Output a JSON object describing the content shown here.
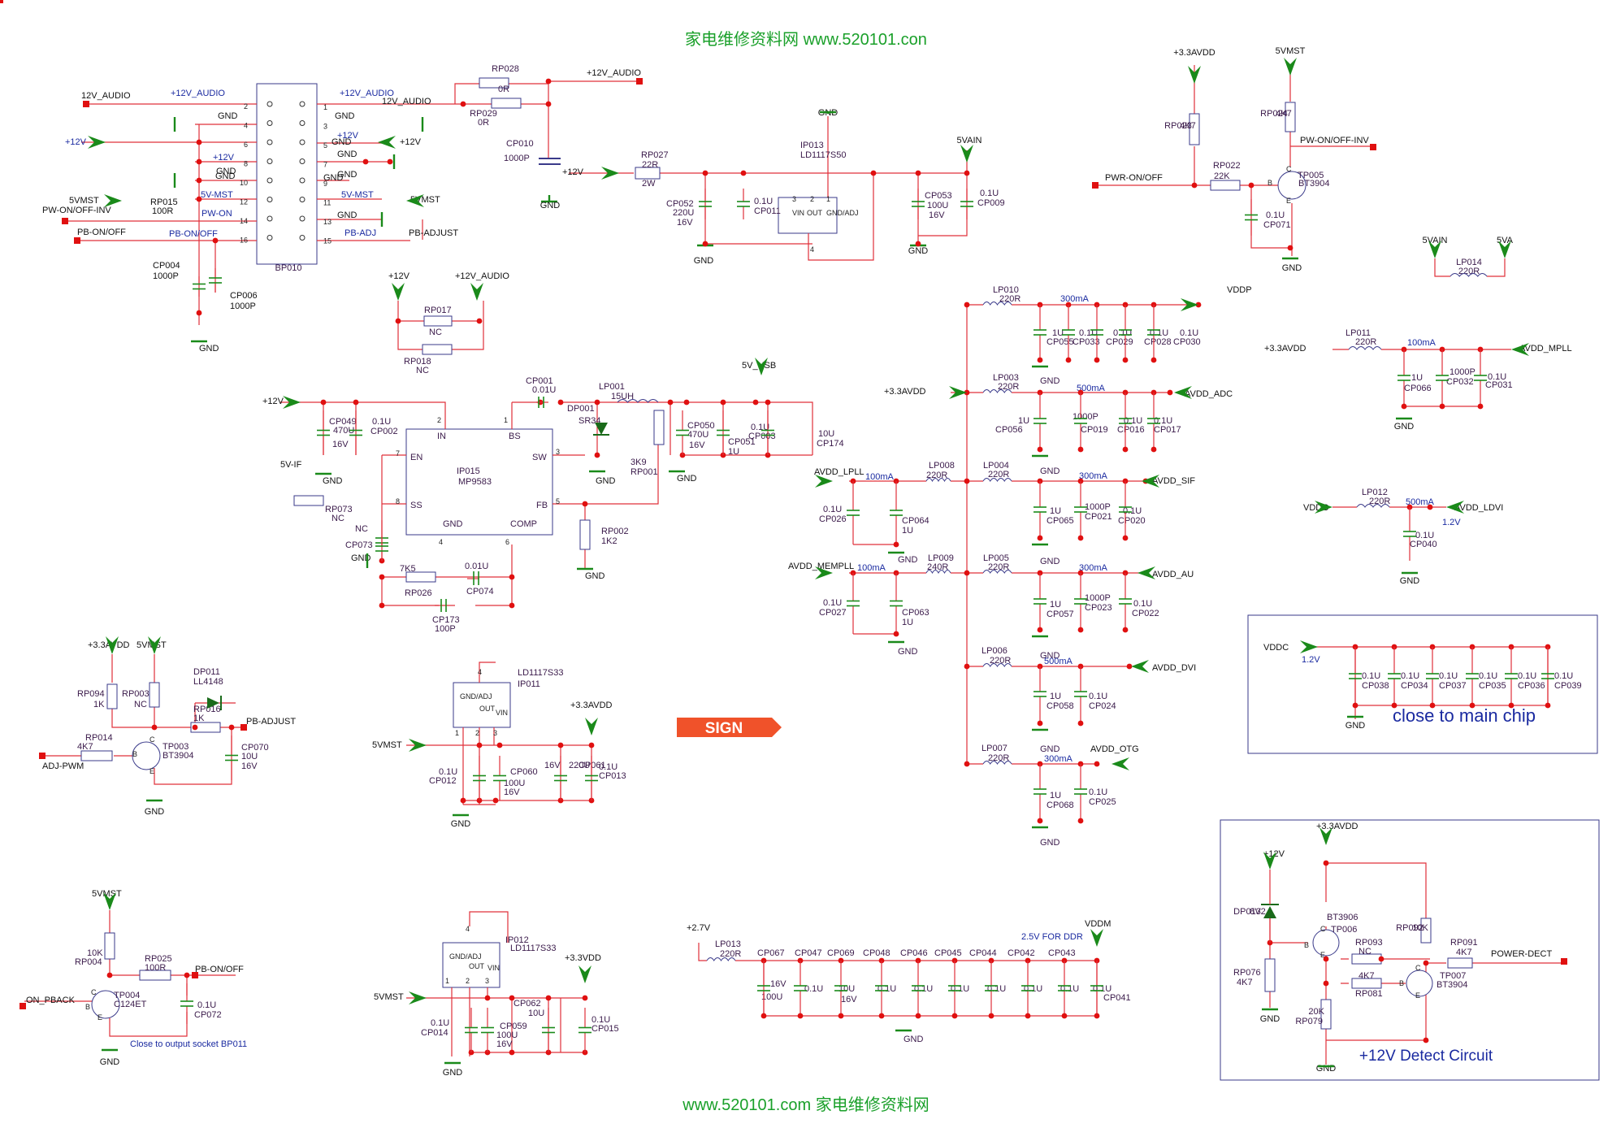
{
  "watermark": {
    "top": "家电维修资料网   www.520101.con",
    "bottom": "www.520101.com  家电维修资料网"
  },
  "bp010": {
    "ref": "BP010",
    "left": [
      "12V_AUDIO",
      "+12V_AUDIO",
      "GND",
      "+12V",
      "GND",
      "+12V",
      "GND",
      "5VMST",
      "5V-MST",
      "PW-ON/OFF-INV",
      "RP015",
      "100R",
      "PW-ON",
      "PB-ON/OFF",
      "PB-ON/OFF",
      "CP004",
      "1000P",
      "CP006",
      "1000P",
      "GND",
      "2",
      "4",
      "6",
      "8",
      "10",
      "12",
      "14",
      "16"
    ],
    "right": [
      "+12V_AUDIO",
      "12V_AUDIO",
      "GND",
      "+12V",
      "+12V",
      "GND",
      "GND",
      "5V-MST",
      "5VMST",
      "GND",
      "PB-ADJ",
      "PB-ADJUST",
      "1",
      "3",
      "5",
      "7",
      "9",
      "11",
      "13",
      "15",
      "GND",
      "GND"
    ]
  },
  "audio": [
    "RP028",
    "0R",
    "RP029",
    "0R",
    "+12V_AUDIO",
    "CP010",
    "1000P",
    "GND"
  ],
  "ld50": [
    "GND",
    "IP013",
    "LD1117S50",
    "5VAIN",
    "RP027",
    "22R",
    "2W",
    "+12V",
    "CP052",
    "220U",
    "16V",
    "0.1U",
    "CP011",
    "GND",
    "CP053",
    "100U",
    "16V",
    "0.1U",
    "CP009",
    "GND",
    "VIN",
    "OUT",
    "GND/ADJ",
    "1",
    "2",
    "3",
    "4"
  ],
  "rp017": [
    "+12V",
    "+12V_AUDIO",
    "RP017",
    "NC",
    "RP018",
    "NC"
  ],
  "mp": [
    "+12V",
    "CP049",
    "470U",
    "16V",
    "0.1U",
    "CP002",
    "GND",
    "CP001",
    "0.01U",
    "LP001",
    "15UH",
    "DP001",
    "SR34",
    "GND",
    "5V_USB",
    "CP050",
    "470U",
    "16V",
    "CP051",
    "1U",
    "0.1U",
    "CP003",
    "10U",
    "CP174",
    "GND",
    "3K9",
    "RP001",
    "RP002",
    "1K2",
    "GND",
    "IP015",
    "MP9583",
    "IN",
    "BS",
    "SW",
    "EN",
    "SS",
    "FB",
    "GND",
    "COMP",
    "2",
    "1",
    "3",
    "7",
    "8",
    "5",
    "4",
    "6",
    "5V-IF",
    "RP073",
    "NC",
    "NC",
    "CP073",
    "GND",
    "7K5",
    "RP026",
    "0.01U",
    "CP074",
    "CP173",
    "100P"
  ],
  "pwr": [
    "+3.3AVDD",
    "5VMST",
    "RP023",
    "4K7",
    "RP024",
    "4K7",
    "PW-ON/OFF-INV",
    "PWR-ON/OFF",
    "RP022",
    "22K",
    "TP005",
    "BT3904",
    "0.1U",
    "CP071",
    "GND",
    "C",
    "B",
    "E"
  ],
  "lp014": [
    "5VAIN",
    "5VA",
    "LP014",
    "220R"
  ],
  "rails": [
    "LP010",
    "220R",
    "300mA",
    "VDDP",
    "1U",
    "CP055",
    "0.1U",
    "CP033",
    "0.1U",
    "CP029",
    "0.1U",
    "CP028",
    "0.1U",
    "CP030",
    "GND",
    "+3.3AVDD",
    "LP003",
    "220R",
    "500mA",
    "AVDD_ADC",
    "1U",
    "CP056",
    "1000P",
    "CP019",
    "0.1U",
    "CP016",
    "0.1U",
    "CP017",
    "GND",
    "AVDD_LPLL",
    "100mA",
    "LP008",
    "220R",
    "LP004",
    "220R",
    "300mA",
    "AVDD_SIF",
    "0.1U",
    "CP026",
    "CP064",
    "1U",
    "GND",
    "1U",
    "CP065",
    "1000P",
    "CP021",
    "0.1U",
    "CP020",
    "GND",
    "AVDD_MEMPLL",
    "100mA",
    "LP009",
    "240R",
    "LP005",
    "220R",
    "300mA",
    "AVDD_AU",
    "0.1U",
    "CP027",
    "CP063",
    "1U",
    "GND",
    "1U",
    "CP057",
    "1000P",
    "CP023",
    "0.1U",
    "CP022",
    "GND",
    "LP006",
    "220R",
    "500mA",
    "AVDD_DVI",
    "1U",
    "CP058",
    "0.1U",
    "CP024",
    "GND",
    "LP007",
    "220R",
    "300mA",
    "AVDD_OTG",
    "1U",
    "CP068",
    "0.1U",
    "CP025",
    "GND"
  ],
  "mpll": [
    "+3.3AVDD",
    "LP011",
    "220R",
    "100mA",
    "AVDD_MPLL",
    "1U",
    "CP066",
    "1000P",
    "CP032",
    "0.1U",
    "CP031",
    "GND"
  ],
  "ldvi": [
    "VDDC",
    "LP012",
    "220R",
    "500mA",
    "AVDD_LDVI",
    "1.2V",
    "0.1U",
    "CP040",
    "GND"
  ],
  "vddc": [
    "VDDC",
    "1.2V",
    "0.1U",
    "CP038",
    "0.1U",
    "CP034",
    "0.1U",
    "CP037",
    "0.1U",
    "CP035",
    "0.1U",
    "CP036",
    "0.1U",
    "CP039",
    "GND",
    "close to main chip"
  ],
  "adj": [
    "+3.3AVDD",
    "5VMST",
    "DP011",
    "LL4148",
    "RP094",
    "1K",
    "RP003",
    "NC",
    "RP016",
    "1K",
    "PB-ADJUST",
    "RP014",
    "4K7",
    "ADJ-PWM",
    "TP003",
    "BT3904",
    "CP070",
    "10U",
    "16V",
    "GND",
    "C",
    "B",
    "E"
  ],
  "ip011": [
    "LD1117S33",
    "IP011",
    "+3.3AVDD",
    "5VMST",
    "0.1U",
    "CP012",
    "CP060",
    "100U",
    "16V",
    "16V",
    "220U",
    "CP061",
    "0.1U",
    "CP013",
    "GND",
    "GND/ADJ",
    "OUT",
    "VIN",
    "4",
    "1",
    "2",
    "3"
  ],
  "sign": "SIGN",
  "tp004": [
    "5VMST",
    "10K",
    "RP004",
    "RP025",
    "100R",
    "PB-ON/OFF",
    "ON_PBACK",
    "TP004",
    "C124ET",
    "0.1U",
    "CP072",
    "Close to output socket BP011",
    "GND",
    "C",
    "B",
    "E"
  ],
  "ip012": [
    "IP012",
    "LD1117S33",
    "+3.3VDD",
    "5VMST",
    "0.1U",
    "CP014",
    "CP059",
    "100U",
    "16V",
    "CP062",
    "10U",
    "0.1U",
    "CP015",
    "GND",
    "GND/ADJ",
    "OUT",
    "VIN",
    "4",
    "1",
    "2",
    "3"
  ],
  "ddr": [
    "+2.7V",
    "LP013",
    "220R",
    "2.5V FOR DDR",
    "VDDM",
    "CP067",
    "16V",
    "100U",
    "CP047",
    "0.1U",
    "CP069",
    "10U",
    "16V",
    "CP048",
    "0.1U",
    "CP046",
    "0.1U",
    "CP045",
    "0.1U",
    "CP044",
    "0.1U",
    "CP042",
    "0.1U",
    "CP043",
    "0.1U",
    "0.1U",
    "CP041",
    "GND"
  ],
  "detect": [
    "+3.3AVDD",
    "+12V",
    "DP013",
    "8V2",
    "BT3906",
    "TP006",
    "RP093",
    "NC",
    "RP092",
    "10K",
    "RP091",
    "4K7",
    "POWER-DECT",
    "RP076",
    "4K7",
    "4K7",
    "RP081",
    "TP007",
    "BT3904",
    "20K",
    "RP079",
    "GND",
    "GND",
    "+12V Detect Circuit",
    "C",
    "B",
    "E",
    "C",
    "B",
    "E"
  ]
}
